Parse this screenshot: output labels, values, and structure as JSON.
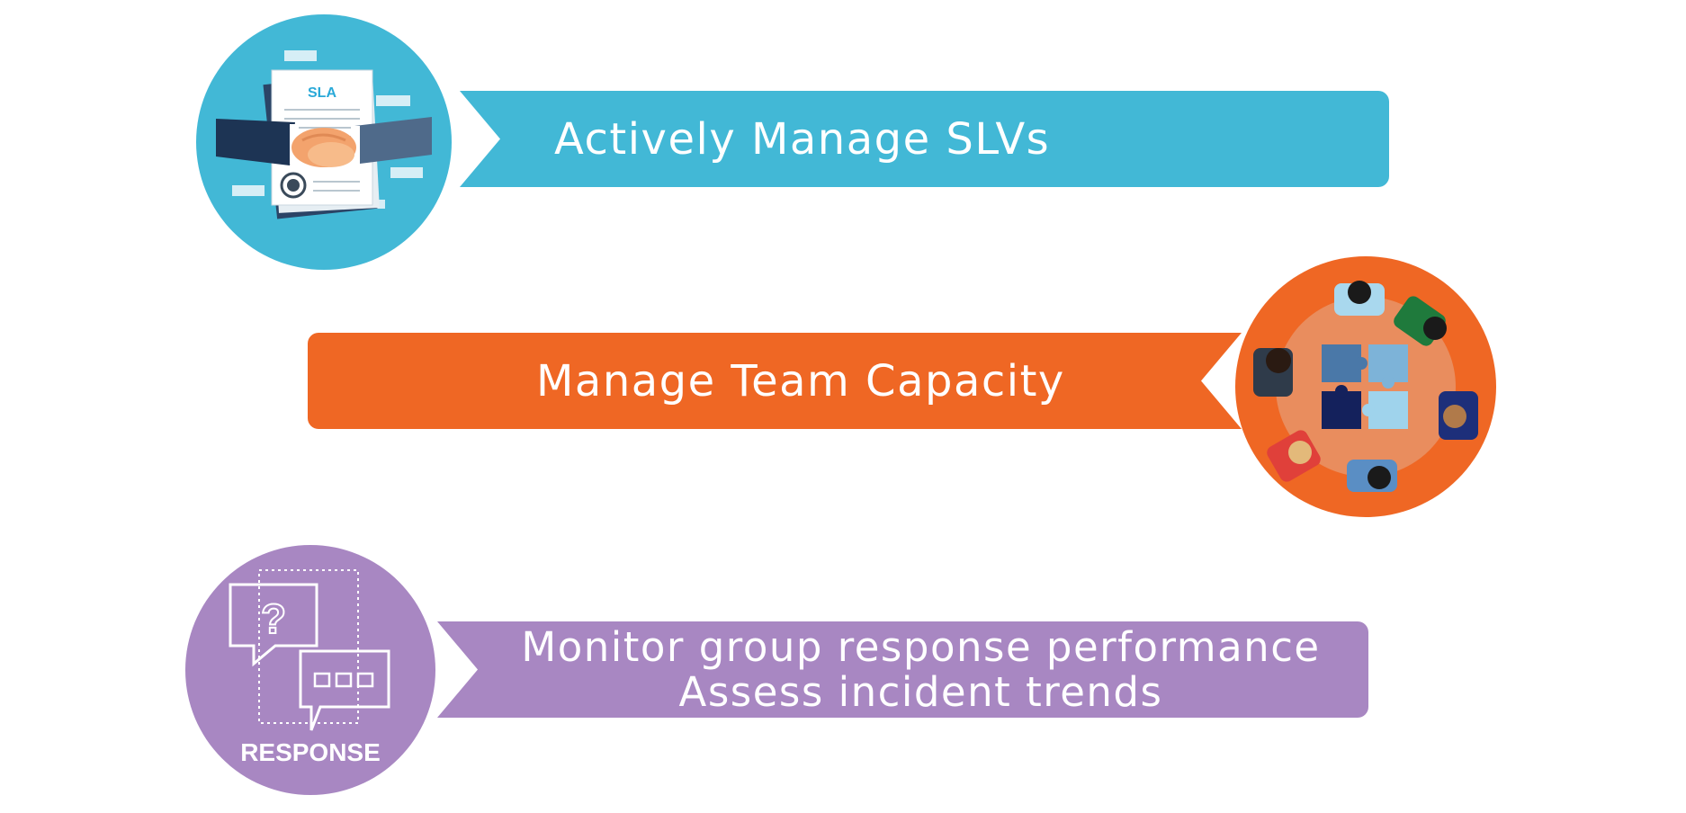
{
  "rows": [
    {
      "label_lines": [
        "Actively Manage SLVs"
      ],
      "color": "#42b8d6",
      "icon": "sla-handshake-icon",
      "icon_text": "SLA"
    },
    {
      "label_lines": [
        "Manage Team Capacity"
      ],
      "color": "#ef6724",
      "icon": "team-puzzle-icon"
    },
    {
      "label_lines": [
        "Monitor group response performance",
        "Assess incident trends"
      ],
      "color": "#a887c2",
      "icon": "response-chat-icon",
      "icon_text": "RESPONSE"
    }
  ]
}
